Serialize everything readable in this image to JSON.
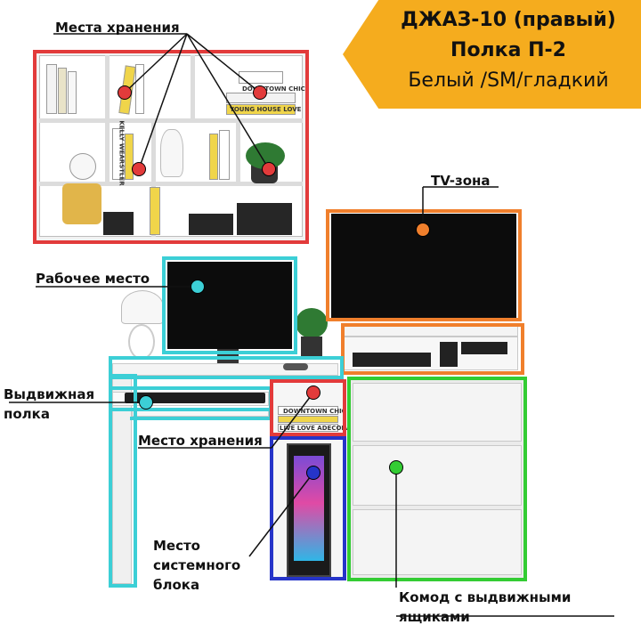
{
  "banner": {
    "line1": "ДЖАЗ-10 (правый)",
    "line2": "Полка П-2",
    "line3": "Белый /SM/гладкий"
  },
  "labels": {
    "storage_top": "Места хранения",
    "tv_zone": "TV-зона",
    "workplace": "Рабочее место",
    "drawer_shelf": "Выдвижная полка",
    "storage_mid": "Место хранения",
    "system_unit": "Место системного блока",
    "chest": "Комод с выдвижными ящиками"
  },
  "decor_text": {
    "book1": "DOWNTOWN CHIC",
    "book2": "KELLY WEARSTLER",
    "book3": "YOUNG HOUSE LOVE",
    "book4": "DOWNTOWN CHIC",
    "book5": "LIVE LOVE ADECORATE"
  },
  "colors": {
    "banner": "#f5ac1e",
    "storage": "#e23b3b",
    "tv": "#f07f2c",
    "workplace": "#3ccfd6",
    "system_unit": "#2634c9",
    "chest": "#33cc33"
  }
}
